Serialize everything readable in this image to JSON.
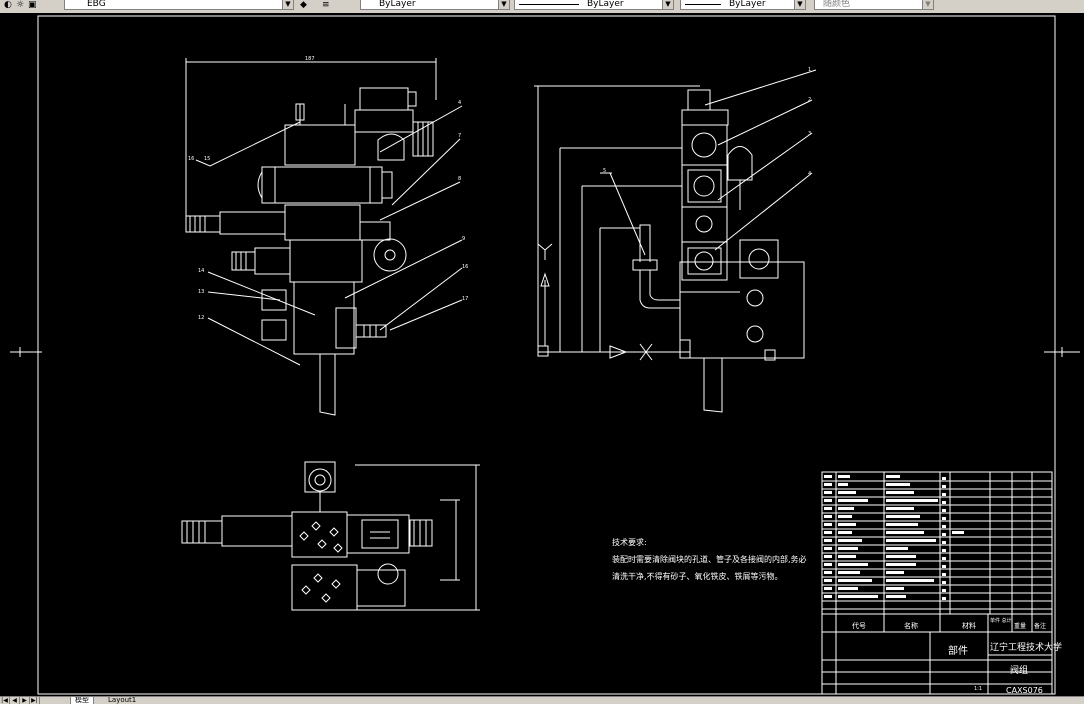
{
  "toolbar": {
    "layer_value": "EBG",
    "color_value": "ByLayer",
    "linetype_value": "ByLayer",
    "lineweight_value": "ByLayer",
    "plotstyle_value": "随颜色"
  },
  "tabs": {
    "model": "模型",
    "layout1": "Layout1"
  },
  "drawing": {
    "front_view_dim_top": "187",
    "tech_req_title": "技术要求:",
    "tech_req_line1": "装配时需要清除阀块的孔道、管子及各接阀的内部,务必",
    "tech_req_line2": "清洗干净,不得有砂子、氧化铁皮、铁屑等污物。",
    "titleblock_part": "部件",
    "titleblock_school": "辽宁工程技术大学",
    "titleblock_name": "阀组",
    "titleblock_code": "CAXS076",
    "bom_header_code": "代号",
    "bom_header_name": "名称",
    "bom_header_material": "材料",
    "bom_header_remark": "备注",
    "bom_header_qty": "单件 总计",
    "bom_header_weight": "重量",
    "titleblock_scale": "1:1"
  },
  "colors": {
    "canvas": "#000000",
    "lines": "#ffffff",
    "ui_gray": "#d4d0c8"
  }
}
